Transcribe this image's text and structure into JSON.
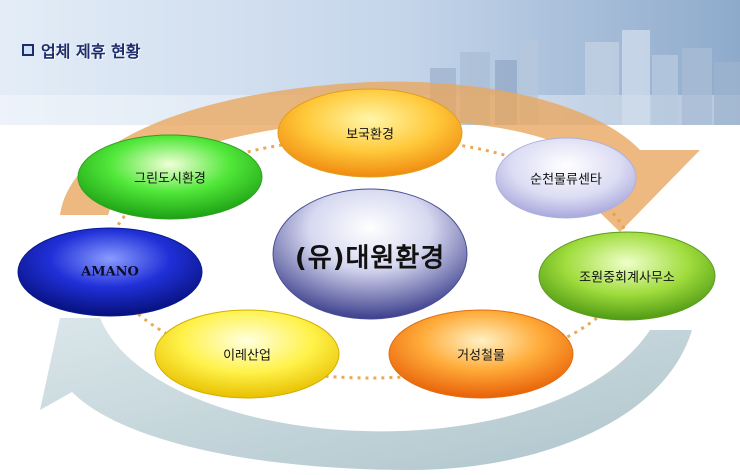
{
  "title": "업체 제휴 현황",
  "center": "(유)대원환경",
  "partners": [
    {
      "label": "보국환경"
    },
    {
      "label": "순천물류센타"
    },
    {
      "label": "조원중회계사무소"
    },
    {
      "label": "거성철물"
    },
    {
      "label": "이레산업"
    },
    {
      "label": "AMANO"
    },
    {
      "label": "그린도시환경"
    }
  ],
  "colors": {
    "title_text": "#1d2d6b",
    "orange_arrow": "#e8a860",
    "grey_arrow": "#b8cdd4",
    "connector": "#e8a040"
  }
}
